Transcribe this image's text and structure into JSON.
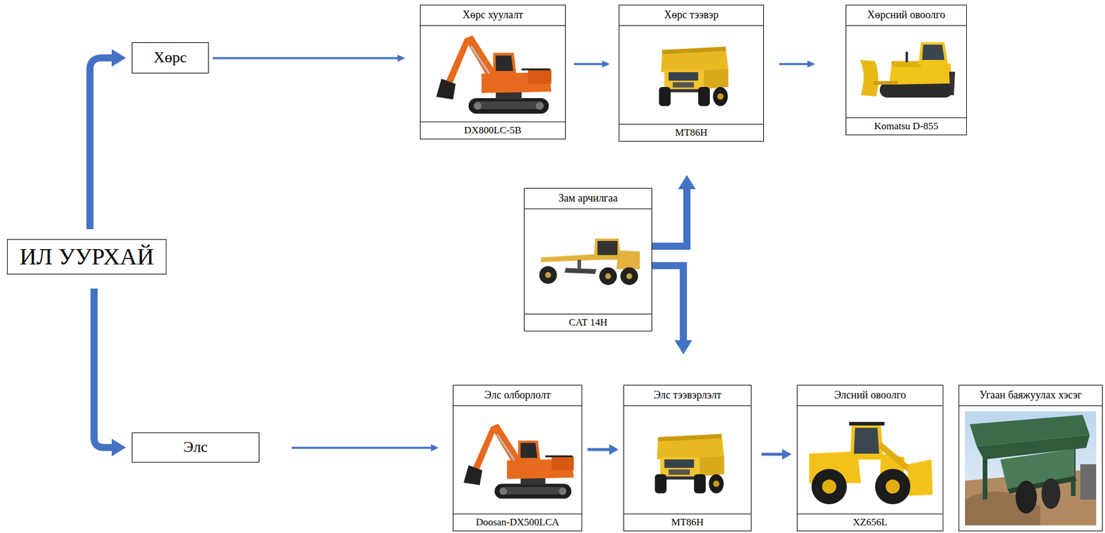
{
  "diagram": {
    "nodes": [
      {
        "text": [
          "ИЛ УУРХАЙ"
        ]
      },
      {
        "text": [
          "Хөрс"
        ]
      },
      {
        "text": [
          "Элс"
        ]
      },
      {
        "text": [
          "Хөрс хуулалт",
          "DX800LC-5B"
        ]
      },
      {
        "text": [
          "Хөрс тээвэр",
          "MT86H"
        ]
      },
      {
        "text": [
          "Хөрсний овоолго",
          "Komatsu D-855"
        ]
      },
      {
        "text": [
          "Зам арчилгаа",
          "CAT 14H"
        ]
      },
      {
        "text": [
          "Элс олборлолт",
          "Doosan-DX500LCA"
        ]
      },
      {
        "text": [
          "Элс тээвэрлэлт",
          "MT86H"
        ]
      },
      {
        "text": [
          "Элсний овоолго",
          "XZ656L"
        ]
      },
      {
        "text": [
          "Угаан баяжуулах хэсэг"
        ]
      }
    ],
    "edges": [
      {
        "from": 0,
        "to": 1,
        "arrow": "to"
      },
      {
        "from": 0,
        "to": 2,
        "arrow": "to"
      },
      {
        "from": 1,
        "to": 3,
        "arrow": "to"
      },
      {
        "from": 3,
        "to": 4,
        "arrow": "to"
      },
      {
        "from": 4,
        "to": 5,
        "arrow": "to"
      },
      {
        "from": 2,
        "to": 7,
        "arrow": "to"
      },
      {
        "from": 7,
        "to": 8,
        "arrow": "to"
      },
      {
        "from": 8,
        "to": 9,
        "arrow": "to"
      },
      {
        "from": 6,
        "to": 4,
        "arrow": "to"
      },
      {
        "from": 6,
        "to": 8,
        "arrow": "to"
      }
    ]
  }
}
